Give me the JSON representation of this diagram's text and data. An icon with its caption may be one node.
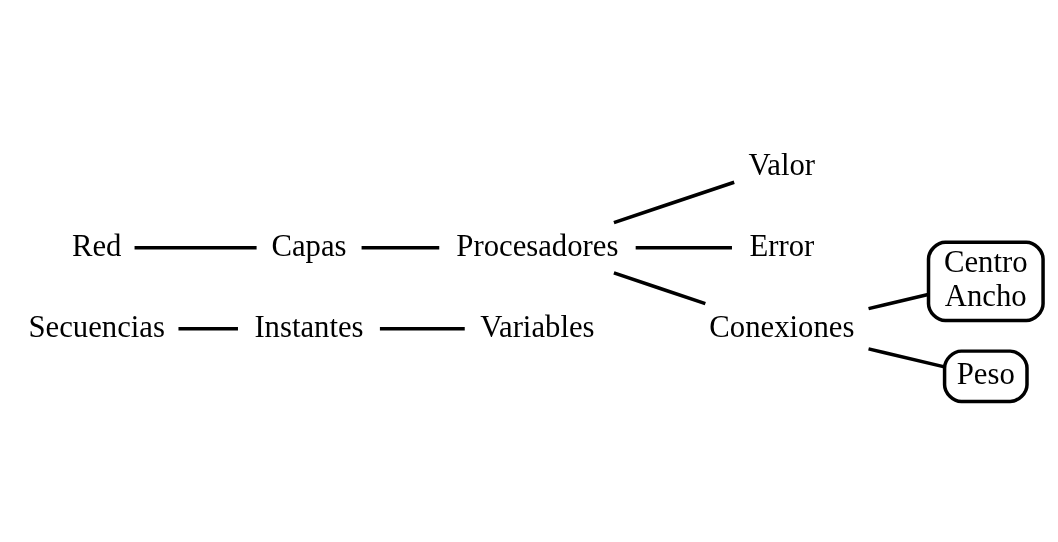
{
  "diagram": {
    "nodes": [
      {
        "text": [
          "Secuencias"
        ]
      },
      {
        "text": [
          "Instantes"
        ]
      },
      {
        "text": [
          "Variables"
        ]
      },
      {
        "text": [
          "Red"
        ]
      },
      {
        "text": [
          "Capas"
        ]
      },
      {
        "text": [
          "Procesadores"
        ]
      },
      {
        "text": [
          "Valor"
        ]
      },
      {
        "text": [
          "Error"
        ]
      },
      {
        "text": [
          "Conexiones"
        ]
      },
      {
        "text": [
          "Centro",
          "Ancho"
        ]
      },
      {
        "text": [
          "Peso"
        ]
      }
    ],
    "edges": [
      {
        "from": 0,
        "to": 1,
        "arrow": "none"
      },
      {
        "from": 1,
        "to": 2,
        "arrow": "none"
      },
      {
        "from": 3,
        "to": 4,
        "arrow": "none"
      },
      {
        "from": 4,
        "to": 5,
        "arrow": "none"
      },
      {
        "from": 5,
        "to": 6,
        "arrow": "none"
      },
      {
        "from": 5,
        "to": 7,
        "arrow": "none"
      },
      {
        "from": 5,
        "to": 8,
        "arrow": "none"
      },
      {
        "from": 8,
        "to": 9,
        "arrow": "none"
      },
      {
        "from": 8,
        "to": 10,
        "arrow": "none"
      }
    ]
  }
}
